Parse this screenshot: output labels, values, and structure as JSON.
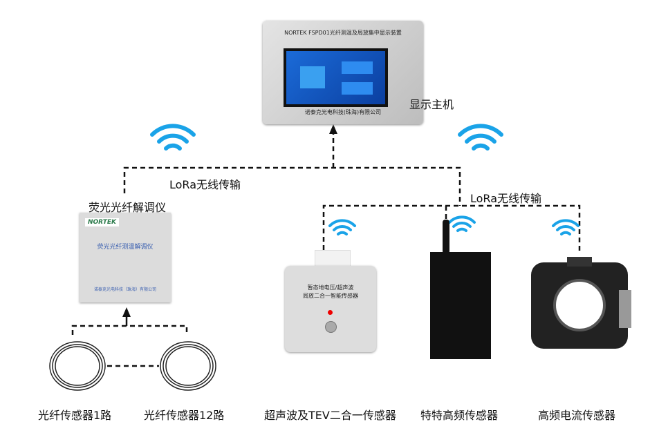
{
  "host": {
    "title": "NORTEK FSPD01光纤测温及局放集中显示装置",
    "company": "诺泰克光电科技(珠海)有限公司",
    "label": "显示主机"
  },
  "links": {
    "left": "LoRa无线传输",
    "right": "LoRa无线传输"
  },
  "demodulator": {
    "label": "荧光光纤解调仪",
    "brand": "NORTEK",
    "device_text": "荧光光纤测温解调仪",
    "company": "诺泰克光电科技（珠海）有限公司"
  },
  "sensors": [
    {
      "label": "光纤传感器1路"
    },
    {
      "label": "光纤传感器12路"
    }
  ],
  "devices": [
    {
      "label": "超声波及TEV二合一传感器",
      "device_text_1": "暂态地电压/超声波",
      "device_text_2": "局放二合一智能传感器"
    },
    {
      "label": "特特高频传感器"
    },
    {
      "label": "高频电流传感器"
    }
  ],
  "colors": {
    "wifi": "#1aa3e8",
    "screen": "#1b6bd8"
  }
}
